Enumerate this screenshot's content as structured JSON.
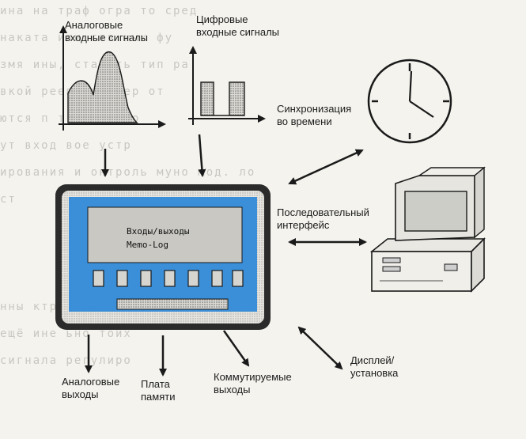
{
  "colors": {
    "accent_blue": "#3a8fd8",
    "device_frame": "#2b2b2b",
    "ink": "#1a1a1a",
    "paper": "#f4f3ee"
  },
  "labels": {
    "analog_inputs": "Аналоговые\nвходные сигналы",
    "digital_inputs": "Цифровые\nвходные сигналы",
    "time_sync": "Синхронизация\nво времени",
    "serial_interface": "Последовательный\nинтерфейс",
    "analog_outputs": "Аналоговые\nвыходы",
    "memory_board": "Плата\nпамяти",
    "switched_outputs": "Коммутируемые\nвыходы",
    "display_setup": "Дисплей/\nустановка"
  },
  "device": {
    "screen_title": "Входы/выходы\nMemo-Log"
  },
  "icons": {
    "clock": "clock-icon",
    "computer": "computer-icon"
  }
}
